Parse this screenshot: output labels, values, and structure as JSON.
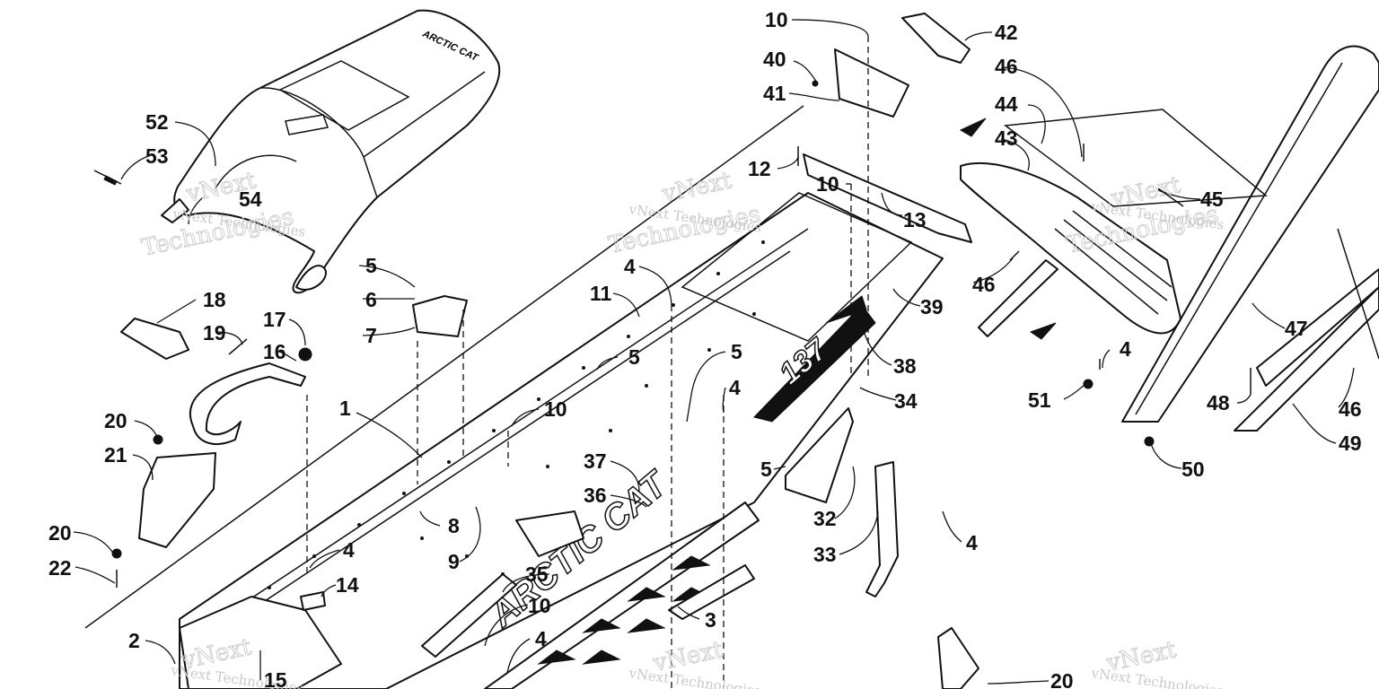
{
  "watermark": {
    "line1": "vNext",
    "line2": "Technologies",
    "combined": "vNext Technologies"
  },
  "callouts": [
    {
      "id": "c10a",
      "text": "10"
    },
    {
      "id": "c42",
      "text": "42"
    },
    {
      "id": "c40",
      "text": "40"
    },
    {
      "id": "c46a",
      "text": "46"
    },
    {
      "id": "c41",
      "text": "41"
    },
    {
      "id": "c44",
      "text": "44"
    },
    {
      "id": "c43",
      "text": "43"
    },
    {
      "id": "c52",
      "text": "52"
    },
    {
      "id": "c53",
      "text": "53"
    },
    {
      "id": "c12",
      "text": "12"
    },
    {
      "id": "c10b",
      "text": "10"
    },
    {
      "id": "c45",
      "text": "45"
    },
    {
      "id": "c54",
      "text": "54"
    },
    {
      "id": "c13",
      "text": "13"
    },
    {
      "id": "c46b",
      "text": "46"
    },
    {
      "id": "c5a",
      "text": "5"
    },
    {
      "id": "c4a",
      "text": "4"
    },
    {
      "id": "c6",
      "text": "6"
    },
    {
      "id": "c11",
      "text": "11"
    },
    {
      "id": "c18",
      "text": "18"
    },
    {
      "id": "c39",
      "text": "39"
    },
    {
      "id": "c7",
      "text": "7"
    },
    {
      "id": "c17",
      "text": "17"
    },
    {
      "id": "c47",
      "text": "47"
    },
    {
      "id": "c19",
      "text": "19"
    },
    {
      "id": "c16",
      "text": "16"
    },
    {
      "id": "c5b",
      "text": "5"
    },
    {
      "id": "c5c",
      "text": "5"
    },
    {
      "id": "c38",
      "text": "38"
    },
    {
      "id": "c4b",
      "text": "4"
    },
    {
      "id": "c4c",
      "text": "4"
    },
    {
      "id": "c51",
      "text": "51"
    },
    {
      "id": "c34",
      "text": "34"
    },
    {
      "id": "c48",
      "text": "48"
    },
    {
      "id": "c46c",
      "text": "46"
    },
    {
      "id": "c1",
      "text": "1"
    },
    {
      "id": "c10c",
      "text": "10"
    },
    {
      "id": "c20a",
      "text": "20"
    },
    {
      "id": "c49",
      "text": "49"
    },
    {
      "id": "c21",
      "text": "21"
    },
    {
      "id": "c37",
      "text": "37"
    },
    {
      "id": "c5d",
      "text": "5"
    },
    {
      "id": "c50",
      "text": "50"
    },
    {
      "id": "c36",
      "text": "36"
    },
    {
      "id": "c32",
      "text": "32"
    },
    {
      "id": "c8",
      "text": "8"
    },
    {
      "id": "c20b",
      "text": "20"
    },
    {
      "id": "c4d",
      "text": "4"
    },
    {
      "id": "c22",
      "text": "22"
    },
    {
      "id": "c9",
      "text": "9"
    },
    {
      "id": "c33",
      "text": "33"
    },
    {
      "id": "c4e",
      "text": "4"
    },
    {
      "id": "c35",
      "text": "35"
    },
    {
      "id": "c14",
      "text": "14"
    },
    {
      "id": "c10d",
      "text": "10"
    },
    {
      "id": "c3",
      "text": "3"
    },
    {
      "id": "c2",
      "text": "2"
    },
    {
      "id": "c4f",
      "text": "4"
    },
    {
      "id": "c15",
      "text": "15"
    },
    {
      "id": "c20c",
      "text": "20"
    }
  ],
  "decals": {
    "tunnel_number": "137",
    "brand_side": "ARCTIC CAT",
    "seat_logo": "ARCTIC CAT"
  }
}
